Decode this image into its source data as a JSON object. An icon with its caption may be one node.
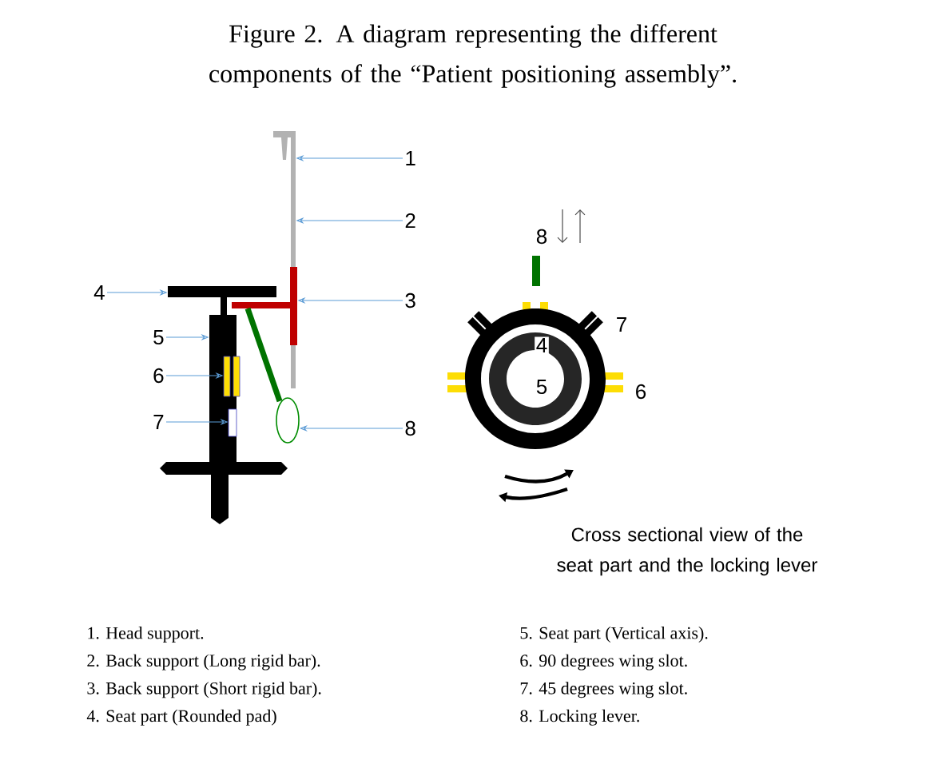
{
  "diagram": {
    "title": "Figure 2. A diagram representing the different components of the “Patient positioning assembly”.",
    "nodes": [
      {
        "text": [
          "1"
        ]
      },
      {
        "text": [
          "2"
        ]
      },
      {
        "text": [
          "3"
        ]
      },
      {
        "text": [
          "4"
        ]
      },
      {
        "text": [
          "5"
        ]
      },
      {
        "text": [
          "6"
        ]
      },
      {
        "text": [
          "7"
        ]
      },
      {
        "text": [
          "8"
        ]
      },
      {
        "text": [],
        "shape": "hook"
      },
      {
        "text": [],
        "shape": "bar"
      },
      {
        "text": [],
        "shape": "bar"
      },
      {
        "text": [],
        "shape": "bar"
      },
      {
        "text": [],
        "shape": "bar"
      },
      {
        "text": [],
        "shape": "box",
        "in": 12
      },
      {
        "text": [],
        "shape": "box",
        "in": 12
      },
      {
        "text": [],
        "shape": "ellipse"
      }
    ],
    "edges": [
      {
        "from": 0,
        "to": 8,
        "arrow": "to"
      },
      {
        "from": 1,
        "to": 9,
        "arrow": "to"
      },
      {
        "from": 2,
        "to": 10,
        "arrow": "to"
      },
      {
        "from": 3,
        "to": 11,
        "arrow": "to"
      },
      {
        "from": 4,
        "to": 12,
        "arrow": "to"
      },
      {
        "from": 5,
        "to": 13,
        "arrow": "to"
      },
      {
        "from": 6,
        "to": 14,
        "arrow": "to"
      },
      {
        "from": 7,
        "to": 15,
        "arrow": "to"
      }
    ],
    "labels": [
      "8",
      "7",
      "4",
      "5",
      "6",
      "Cross sectional view of the seat part and the locking lever",
      "1. Head support.",
      "2. Back support (Long rigid bar).",
      "3. Back support (Short rigid bar).",
      "4. Seat part (Rounded pad)",
      "5. Seat part (Vertical axis).",
      "6. 90 degrees wing slot.",
      "7. 45 degrees wing slot.",
      "8. Locking lever."
    ]
  }
}
